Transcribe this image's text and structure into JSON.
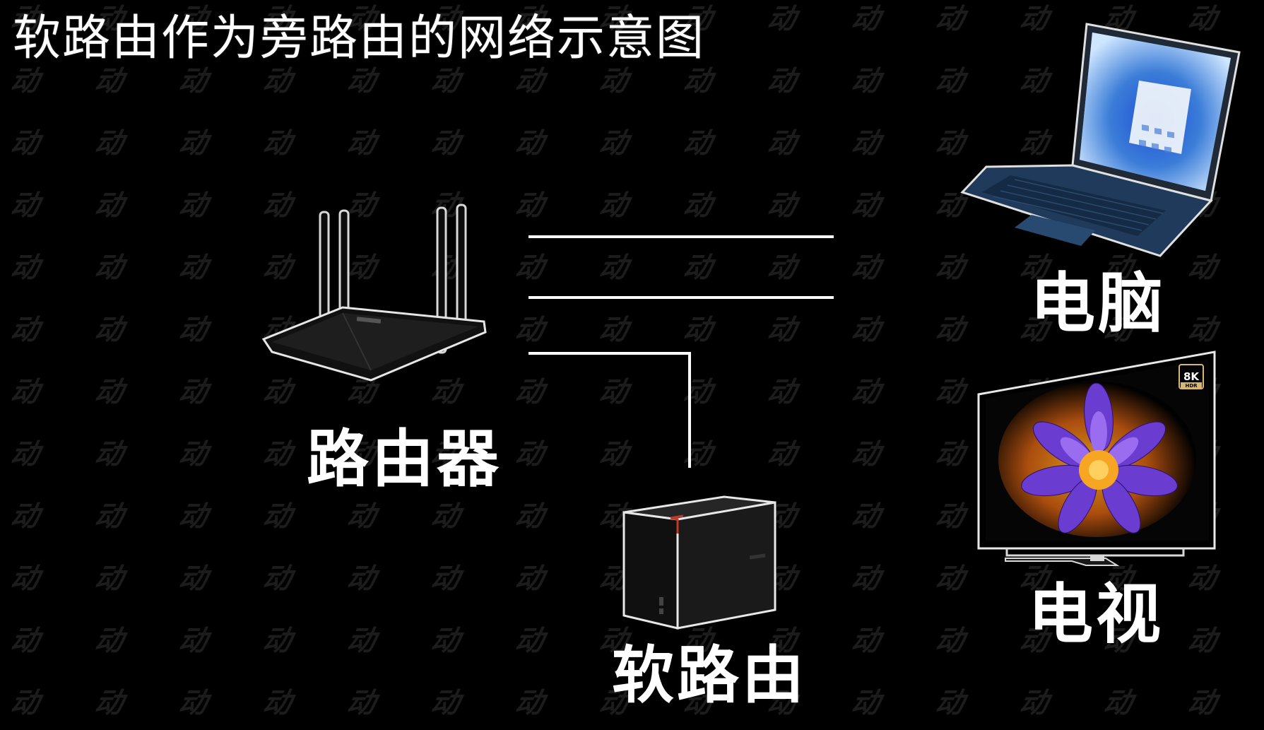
{
  "title": "软路由作为旁路由的网络示意图",
  "watermark_text": "动",
  "nodes": {
    "router": {
      "label": "路由器",
      "icon": "router-icon"
    },
    "soft_router": {
      "label": "软路由",
      "icon": "nas-box-icon"
    },
    "computer": {
      "label": "电脑",
      "icon": "laptop-icon"
    },
    "tv": {
      "label": "电视",
      "icon": "tv-icon",
      "badge_primary": "8K",
      "badge_secondary": "HDR"
    }
  },
  "colors": {
    "background": "#000000",
    "line": "#ffffff",
    "text": "#ffffff",
    "watermark": "#1c1c1c",
    "nas_accent": "#c0392b",
    "laptop_body": "#1f3a5a",
    "flower_purple": "#6a3ccf",
    "flower_orange": "#f39c12"
  }
}
